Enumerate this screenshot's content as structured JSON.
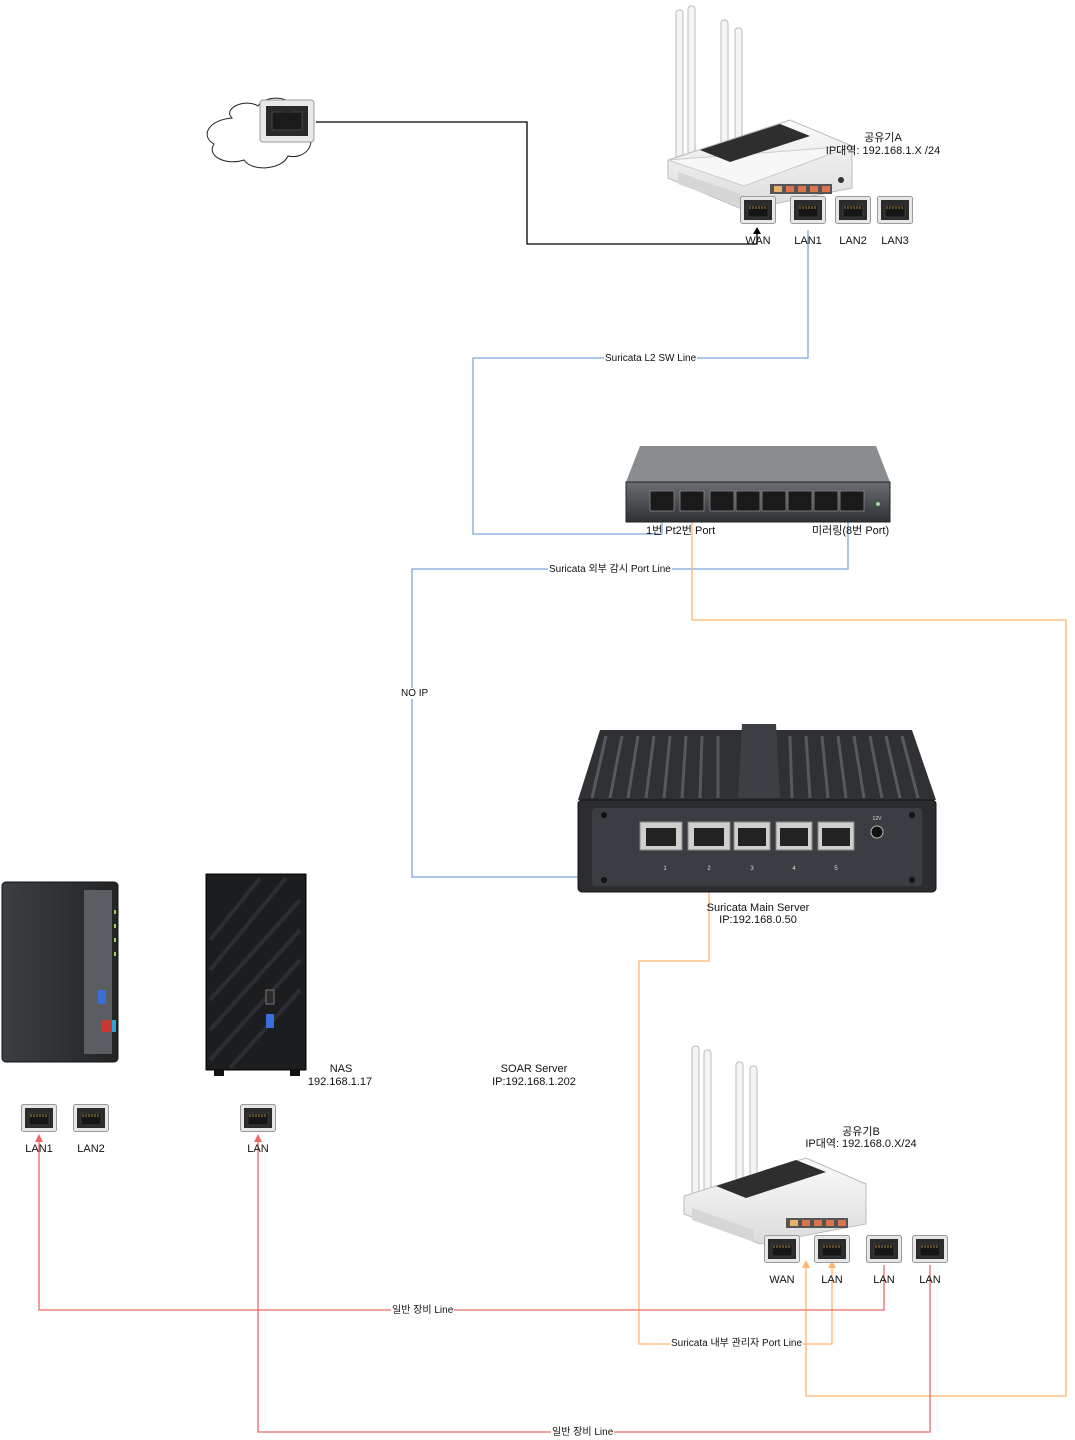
{
  "router_a": {
    "name": "공유기A",
    "ip_range": "IP대역: 192.168.1.X /24",
    "ports": [
      "WAN",
      "LAN1",
      "LAN2",
      "LAN3"
    ]
  },
  "switch": {
    "port_1_2": "1번 Pt2번 Port",
    "mirror_port": "미러링(8번 Port)"
  },
  "suricata_server": {
    "name": "Suricata Main Server",
    "ip": "IP:192.168.0.50",
    "port_labels": [
      "1",
      "2",
      "3",
      "4",
      "5"
    ],
    "power_label": "12V"
  },
  "nas": {
    "name": "NAS",
    "ip": "192.168.1.17",
    "ports": [
      "LAN1",
      "LAN2"
    ]
  },
  "soar_server": {
    "name": "SOAR Server",
    "ip": "IP:192.168.1.202",
    "ports": [
      "LAN"
    ]
  },
  "router_b": {
    "name": "공유기B",
    "ip_range": "IP대역: 192.168.0.X/24",
    "ports": [
      "WAN",
      "LAN",
      "LAN",
      "LAN"
    ]
  },
  "lines": {
    "l2_sw": "Suricata L2 SW Line",
    "external_monitor": "Suricata 외부 감시 Port Line",
    "no_ip": "NO IP",
    "internal_admin": "Suricata 내부 관리자 Port Line",
    "general_1": "일반 장비 Line",
    "general_2": "일반 장비 Line"
  },
  "colors": {
    "blue_line": "#7ea6e0",
    "orange_line": "#ffb570",
    "red_line": "#ea6b66",
    "black_line": "#000000"
  }
}
